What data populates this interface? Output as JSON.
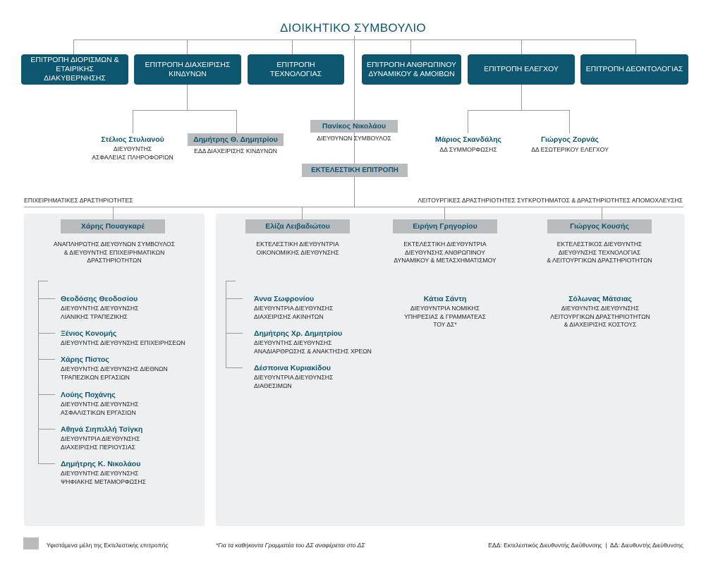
{
  "title": "ΔΙΟΙΚΗΤΙΚΟ ΣΥΜΒΟΥΛΙΟ",
  "committees": [
    "ΕΠΙΤΡΟΠΗ ΔΙΟΡΙΣΜΩΝ &\nΕΤΑΙΡΙΚΗΣ ΔΙΑΚΥΒΕΡΝΗΣΗΣ",
    "ΕΠΙΤΡΟΠΗ ΔΙΑΧΕΙΡΙΣΗΣ\nΚΙΝΔΥΝΩΝ",
    "ΕΠΙΤΡΟΠΗ ΤΕΧΝΟΛΟΓΙΑΣ",
    "ΕΠΙΤΡΟΠΗ ΑΝΘΡΩΠΙΝΟΥ\nΔΥΝΑΜΙΚΟΥ & ΑΜΟΙΒΩΝ",
    "ΕΠΙΤΡΟΠΗ ΕΛΕΓΧΟΥ",
    "ΕΠΙΤΡΟΠΗ ΔΕΟΝΤΟΛΟΓΙΑΣ"
  ],
  "risk_reports": [
    {
      "name": "Στέλιος Στυλιανού",
      "role": "ΔΙΕΥΘΥΝΤΗΣ\nΑΣΦΑΛΕΙΑΣ ΠΛΗΡΟΦΟΡΙΩΝ"
    },
    {
      "name": "Δημήτρης Θ. Δημητρίου",
      "role": "ΕΔΔ ΔΙΑΧΕΙΡΙΣΗΣ ΚΙΝΔΥΝΩΝ"
    }
  ],
  "ceo": {
    "name": "Πανίκος Νικολάου",
    "role": "ΔΙΕΥΘΥΝΩΝ ΣΥΜΒΟΥΛΟΣ"
  },
  "audit_reports": [
    {
      "name": "Μάριος Σκανδάλης",
      "role": "ΔΔ ΣΥΜΜΟΡΦΩΣΗΣ"
    },
    {
      "name": "Γιώργος Ζορνάς",
      "role": "ΔΔ ΕΣΩΤΕΡΙΚΟΥ ΕΛΕΓΧΟΥ"
    }
  ],
  "exco": "ΕΚΤΕΛΕΣΤΙΚΗ ΕΠΙΤΡΟΠΗ",
  "section_left": "ΕΠΙΧΕΙΡΗΜΑΤΙΚΕΣ ΔΡΑΣΤΗΡΙΟΤΗΤΕΣ",
  "section_right": "ΛΕΙΤΟΥΡΓΙΚΕΣ ΔΡΑΣΤΗΡΙΟΤΗΤΕΣ ΣΥΓΚΡΟΤΗΜΑΤΟΣ & ΔΡΑΣΤΗΡΙΟΤΗΤΕΣ ΑΠΟΜΟΧΛΕΥΣΗΣ",
  "heads": [
    {
      "name": "Χάρης Πουαγκαρέ",
      "role": "ΑΝΑΠΛΗΡΩΤΗΣ ΔΙΕΥΘΥΝΩΝ ΣΥΜΒΟΥΛΟΣ\n& ΔΙΕΥΘΥΝΤΗΣ ΕΠΙΧΕΙΡΗΜΑΤΙΚΩΝ\nΔΡΑΣΤΗΡΙΟΤΗΤΩΝ"
    },
    {
      "name": "Ελίζα Λειβαδιώτου",
      "role": "ΕΚΤΕΛΕΣΤΙΚΗ ΔΙΕΥΘΥΝΤΡΙΑ\nΟΙΚΟΝΟΜΙΚΗΣ ΔΙΕΥΘΥΝΣΗΣ"
    },
    {
      "name": "Ειρήνη Γρηγορίου",
      "role": "ΕΚΤΕΛΕΣΤΙΚΗ ΔΙΕΥΘΥΝΤΡΙΑ\nΔΙΕΥΘΥΝΣΗΣ ΑΝΘΡΩΠΙΝΟΥ\nΔΥΝΑΜΙΚΟΥ & ΜΕΤΑΣΧΗΜΑΤΙΣΜΟΥ"
    },
    {
      "name": "Γιώργος Κουσής",
      "role": "ΕΚΤΕΛΕΣΤΙΚΟΣ ΔΙΕΥΘΥΝΤΗΣ\nΔΙΕΥΘΥΝΣΗΣ ΤΕΧΝΟΛΟΓΙΑΣ\n& ΛΕΙΤΟΥΡΓΙΚΩΝ ΔΡΑΣΤΗΡΙΟΤΗΤΩΝ"
    }
  ],
  "business_reports": [
    {
      "name": "Θεοδόσης Θεοδοσίου",
      "role": "ΔΙΕΥΘΥΝΤΗΣ ΔΙΕΥΘΥΝΣΗΣ\nΛΙΑΝΙΚΗΣ ΤΡΑΠΕΖΙΚΗΣ"
    },
    {
      "name": "Ξένιος Κονομής",
      "role": "ΔΙΕΥΘΥΝΤΗΣ ΔΙΕΥΘΥΝΣΗΣ ΕΠΙΧΕΙΡΗΣΕΩΝ"
    },
    {
      "name": "Χάρης Πίστος",
      "role": "ΔΙΕΥΘΥΝΤΗΣ ΔΙΕΥΘΥΝΣΗΣ ΔΙΕΘΝΩΝ\nΤΡΑΠΕΖΙΚΩΝ ΕΡΓΑΣΙΩΝ"
    },
    {
      "name": "Λούης Ποχάνης",
      "role": "ΔΙΕΥΘΥΝΤΗΣ ΔΙΕΥΘΥΝΣΗΣ\nΑΣΦΑΛΙΣΤΙΚΩΝ ΕΡΓΑΣΙΩΝ"
    },
    {
      "name": "Αθηνά Σιηπιλλή Τσίγκη",
      "role": "ΔΙΕΥΘΥΝΤΡΙΑ ΔΙΕΥΘΥΝΣΗΣ\nΔΙΑΧΕΙΡΙΣΗΣ ΠΕΡΙΟΥΣΙΑΣ"
    },
    {
      "name": "Δημήτρης Κ. Νικολάου",
      "role": "ΔΙΕΥΘΥΝΤΗΣ ΔΙΕΥΘΥΝΣΗΣ\nΨΗΦΙΑΚΗΣ ΜΕΤΑΜΟΡΦΩΣΗΣ"
    }
  ],
  "finance_reports": [
    {
      "name": "Άννα Σωφρονίου",
      "role": "ΔΙΕΥΘΥΝΤΡΙΑ ΔΙΕΥΘΥΝΣΗΣ\nΔΙΑΧΕΙΡΙΣΗΣ ΑΚΙΝΗΤΩΝ"
    },
    {
      "name": "Δημήτρης Χρ. Δημητρίου",
      "role": "ΔΙΕΥΘΥΝΤΗΣ ΔΙΕΥΘΥΝΣΗΣ\nΑΝΑΔΙΑΡΘΡΩΣΗΣ & ΑΝΑΚΤΗΣΗΣ ΧΡΕΩΝ"
    },
    {
      "name": "Δέσποινα Κυριακίδου",
      "role": "ΔΙΕΥΘΥΝΤΡΙΑ ΔΙΕΥΘΥΝΣΗΣ\nΔΙΑΘΕΣΙΜΩΝ"
    }
  ],
  "hr_report": {
    "name": "Κάτια Σάντη",
    "role": "ΔΙΕΥΘΥΝΤΡΙΑ ΝΟΜΙΚΗΣ\nΥΠΗΡΕΣΙΑΣ & ΓΡΑΜΜΑΤΕΑΣ\nΤΟΥ ΔΣ*"
  },
  "tech_report": {
    "name": "Σόλωνας Μάτσιας",
    "role": "ΔΙΕΥΘΥΝΤΗΣ ΔΙΕΥΘΥΝΣΗΣ\nΛΕΙΤΟΥΡΓΙΚΩΝ ΔΡΑΣΤΗΡΙΟΤΗΤΩΝ\n& ΔΙΑΧΕΙΡΙΣΗΣ ΚΟΣΤΟΥΣ"
  },
  "footer": {
    "legend": "Υφιστάμενα μέλη της Εκτελεστικής επιτροπής",
    "note": "*Για τα καθήκοντα Γραμματέα του ΔΣ αναφέρεται στο ΔΣ",
    "abbr": "ΕΔΔ: Εκτελεστικός Διευθυντής Διεύθυνσης  |  ΔΔ: Διευθυντής Διεύθυνσης"
  },
  "colors": {
    "primary": "#0d5670",
    "grey_box": "#b9bcbe",
    "panel": "#eeeff0",
    "line": "#9a9a9a"
  }
}
